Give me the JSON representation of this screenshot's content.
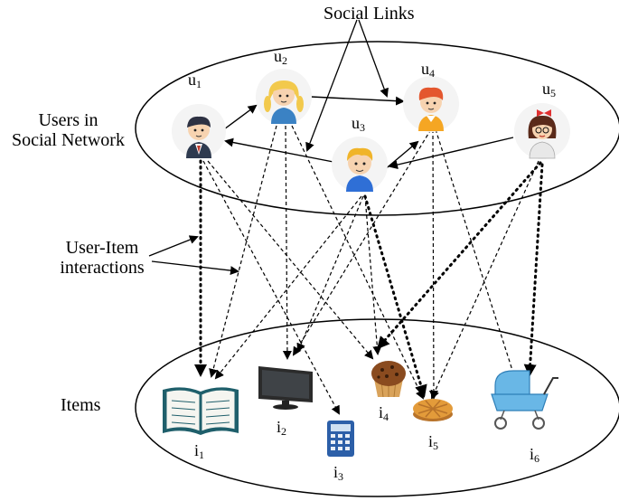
{
  "labels": {
    "social_links": "Social Links",
    "users_line1": "Users in",
    "users_line2": "Social Network",
    "interactions_line1": "User-Item",
    "interactions_line2": "interactions",
    "items": "Items"
  },
  "users": [
    {
      "letter": "u",
      "index": "1"
    },
    {
      "letter": "u",
      "index": "2"
    },
    {
      "letter": "u",
      "index": "3"
    },
    {
      "letter": "u",
      "index": "4"
    },
    {
      "letter": "u",
      "index": "5"
    }
  ],
  "items": [
    {
      "letter": "i",
      "index": "1",
      "icon": "book-icon"
    },
    {
      "letter": "i",
      "index": "2",
      "icon": "monitor-icon"
    },
    {
      "letter": "i",
      "index": "3",
      "icon": "calculator-icon"
    },
    {
      "letter": "i",
      "index": "4",
      "icon": "muffin-icon"
    },
    {
      "letter": "i",
      "index": "5",
      "icon": "pie-icon"
    },
    {
      "letter": "i",
      "index": "6",
      "icon": "stroller-icon"
    }
  ],
  "colors": {
    "skin": "#f7d3b0",
    "u1_hair": "#2d3142",
    "u1_suit": "#2e3a4f",
    "u2_hair": "#f2c94c",
    "u2_shirt": "#3b82c4",
    "u3_hair": "#f0b429",
    "u3_shirt": "#2f6fd6",
    "u4_hair": "#e4572e",
    "u4_shirt": "#f5a623",
    "u5_hair": "#5a2a1a",
    "u5_bow": "#e03131",
    "book": "#1f5f6b",
    "monitor": "#2b2b2b",
    "calculator": "#2c5fa8",
    "muffin": "#8a4b1f",
    "pie": "#e39b3a",
    "stroller": "#69b7e6"
  }
}
